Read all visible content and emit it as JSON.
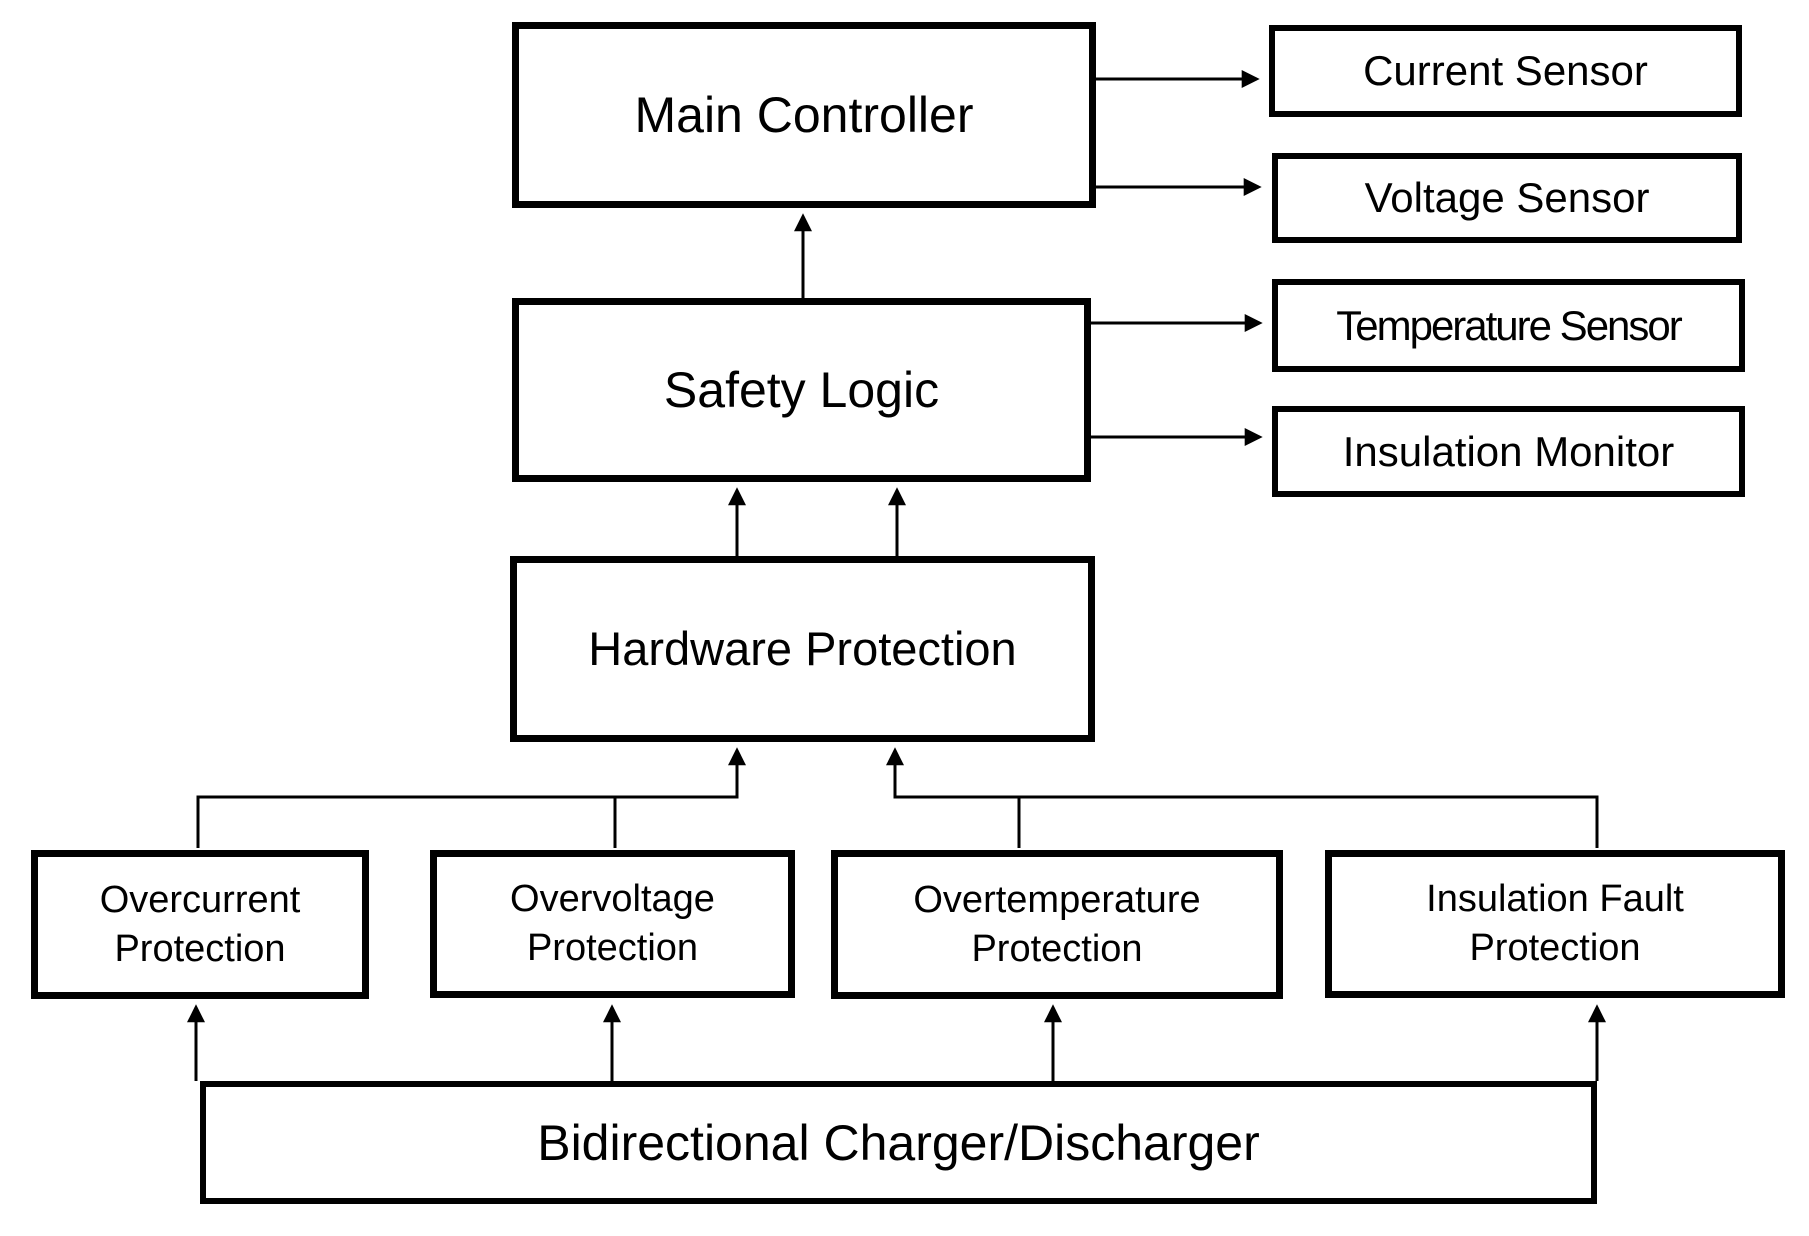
{
  "diagram": {
    "type": "block-diagram",
    "colors": {
      "background": "#ffffff",
      "box_fill": "#ffffff",
      "box_border": "#000000",
      "line": "#000000",
      "text": "#000000"
    },
    "nodes": {
      "main_controller": {
        "label": "Main Controller"
      },
      "safety_logic": {
        "label": "Safety Logic"
      },
      "hardware_protection": {
        "label": "Hardware Protection"
      },
      "current_sensor": {
        "label": "Current Sensor"
      },
      "voltage_sensor": {
        "label": "Voltage Sensor"
      },
      "temperature_sensor": {
        "label": "Temperature Sensor"
      },
      "insulation_monitor": {
        "label": "Insulation Monitor"
      },
      "overcurrent_protection": {
        "label": "Overcurrent\nProtection"
      },
      "overvoltage_protection": {
        "label": "Overvoltage\nProtection"
      },
      "overtemperature_protection": {
        "label": "Overtemperature\nProtection"
      },
      "insulation_fault_protection": {
        "label": "Insulation Fault\nProtection"
      },
      "bidirectional_charger": {
        "label": "Bidirectional Charger/Discharger"
      }
    },
    "edges": [
      {
        "from": "safety_logic",
        "to": "main_controller",
        "style": "arrow-up"
      },
      {
        "from": "main_controller",
        "to": "current_sensor",
        "style": "arrow-right"
      },
      {
        "from": "main_controller",
        "to": "voltage_sensor",
        "style": "arrow-right"
      },
      {
        "from": "safety_logic",
        "to": "temperature_sensor",
        "style": "arrow-right"
      },
      {
        "from": "safety_logic",
        "to": "insulation_monitor",
        "style": "arrow-right"
      },
      {
        "from": "hardware_protection",
        "to": "safety_logic",
        "style": "double-arrow-up"
      },
      {
        "from": "overcurrent_protection",
        "to": "hardware_protection",
        "style": "bus-arrow-up"
      },
      {
        "from": "overvoltage_protection",
        "to": "hardware_protection",
        "style": "bus-arrow-up"
      },
      {
        "from": "overtemperature_protection",
        "to": "hardware_protection",
        "style": "bus-arrow-up"
      },
      {
        "from": "insulation_fault_protection",
        "to": "hardware_protection",
        "style": "bus-arrow-up"
      },
      {
        "from": "bidirectional_charger",
        "to": "overcurrent_protection",
        "style": "arrow-up"
      },
      {
        "from": "bidirectional_charger",
        "to": "overvoltage_protection",
        "style": "arrow-up"
      },
      {
        "from": "bidirectional_charger",
        "to": "overtemperature_protection",
        "style": "arrow-up"
      },
      {
        "from": "bidirectional_charger",
        "to": "insulation_fault_protection",
        "style": "arrow-up"
      }
    ]
  }
}
